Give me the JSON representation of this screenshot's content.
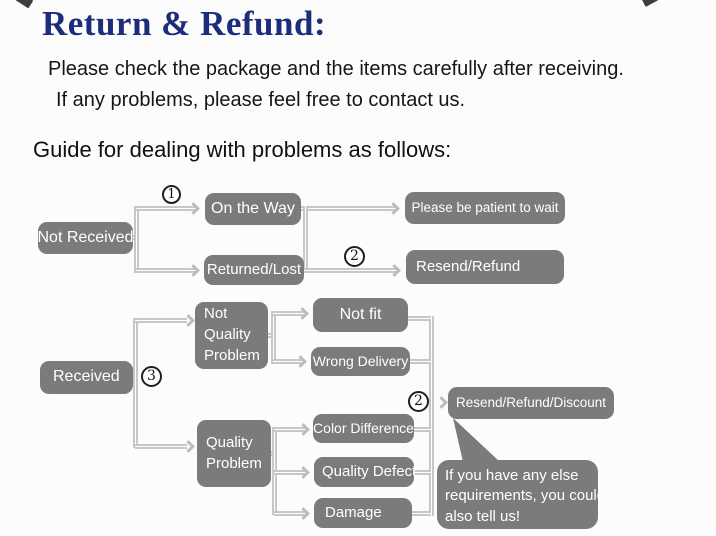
{
  "header": {
    "title": "Return & Refund:",
    "intro_line1": "Please check the package and the items carefully after receiving.",
    "intro_line2": "If any problems, please feel free to contact us.",
    "guide_heading": "Guide for dealing with problems as follows:"
  },
  "colors": {
    "title_navy": "#1d2d7c",
    "node_gray": "#7b7b7b",
    "node_text": "#ffffff",
    "connector_gray": "#c7c7c7",
    "badge_border": "#1f1f1f"
  },
  "flow": {
    "badges": {
      "step1": "1",
      "step2_top": "2",
      "step3": "3",
      "step2_bottom": "2"
    },
    "nodes": {
      "not_received": "Not Received",
      "on_the_way": "On the Way",
      "returned_lost": "Returned/Lost",
      "be_patient": "Please be patient to wait",
      "resend_refund": "Resend/Refund",
      "received": "Received",
      "not_quality_problem": {
        "l1": "Not",
        "l2": "Quality",
        "l3": "Problem"
      },
      "not_fit": "Not fit",
      "wrong_delivery": "Wrong Delivery",
      "quality_problem": {
        "l1": "Quality",
        "l2": "Problem"
      },
      "color_difference": "Color Difference",
      "quality_defect": "Quality Defect",
      "damage": "Damage",
      "resend_refund_discount": "Resend/Refund/Discount"
    },
    "bubble": {
      "l1": "If you have any else",
      "l2": "requirements, you could",
      "l3": "also tell us!"
    }
  }
}
